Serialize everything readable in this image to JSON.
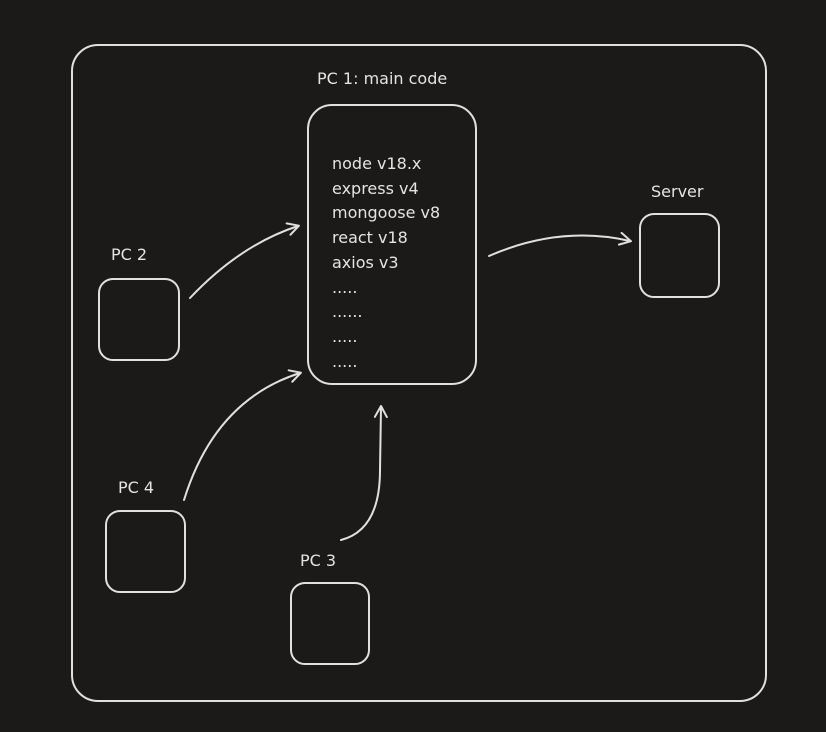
{
  "colors": {
    "background": "#1c1a19",
    "stroke": "#e0e0e0"
  },
  "nodes": {
    "pc1": {
      "label": "PC 1: main code",
      "lines": [
        "node  v18.x",
        "express  v4",
        "mongoose v8",
        "react v18",
        "axios v3",
        ".....",
        "......",
        ".....",
        "....."
      ]
    },
    "pc2": {
      "label": "PC 2"
    },
    "pc3": {
      "label": "PC 3"
    },
    "pc4": {
      "label": "PC 4"
    },
    "server": {
      "label": "Server"
    }
  }
}
